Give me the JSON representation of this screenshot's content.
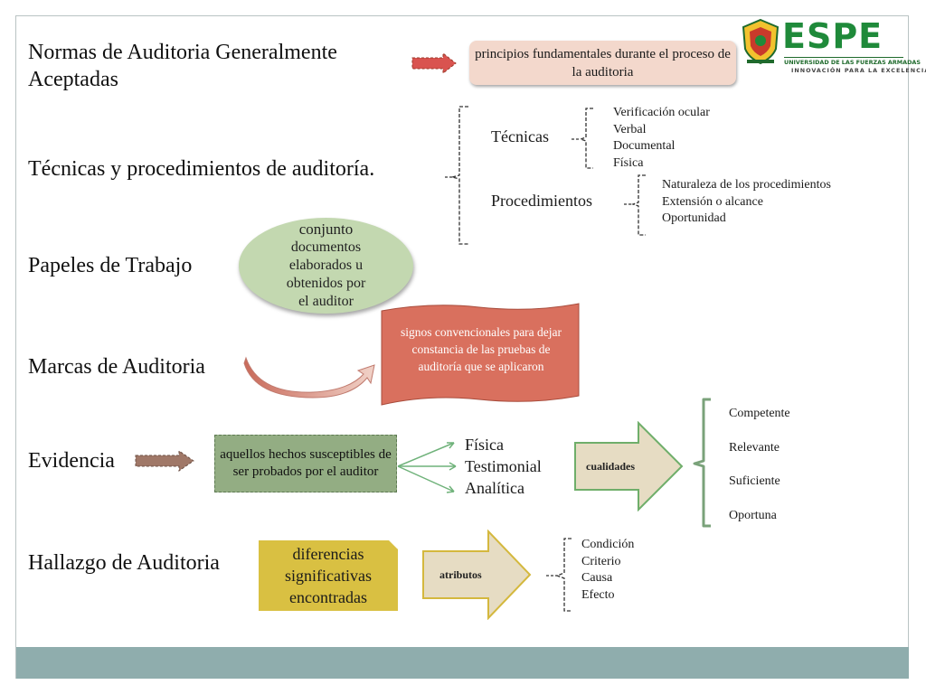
{
  "headings": {
    "normas": "Normas de Auditoria Generalmente Aceptadas",
    "tecnicas": "Técnicas y procedimientos de auditoría.",
    "papeles": "Papeles de Trabajo",
    "marcas": "Marcas de Auditoria",
    "evidencia": "Evidencia",
    "hallazgo": "Hallazgo de Auditoria"
  },
  "normas_box": "principios fundamentales durante el proceso de la auditoria",
  "tecnicas": {
    "label": "Técnicas",
    "items": [
      "Verificación ocular",
      "Verbal",
      "Documental",
      "Física"
    ]
  },
  "procedimientos": {
    "label": "Procedimientos",
    "items": [
      "Naturaleza de los procedimientos",
      "Extensión o alcance",
      "Oportunidad"
    ]
  },
  "papeles_oval": [
    "conjunto",
    "documentos",
    "elaborados u",
    "obtenidos por",
    "el auditor"
  ],
  "marcas_scroll": "signos convencionales para dejar constancia de las pruebas de auditoría que se aplicaron",
  "evidencia": {
    "box": "aquellos hechos susceptibles de ser probados por el auditor",
    "types": [
      "Física",
      "Testimonial",
      "Analítica"
    ],
    "arrow_label": "cualidades",
    "qualities": [
      "Competente",
      "Relevante",
      "Suficiente",
      "Oportuna"
    ]
  },
  "hallazgo": {
    "box": "diferencias significativas encontradas",
    "arrow_label": "atributos",
    "attributes": [
      "Condición",
      "Criterio",
      "Causa",
      "Efecto"
    ]
  },
  "logo": {
    "name": "ESPE",
    "line1": "UNIVERSIDAD DE LAS FUERZAS ARMADAS",
    "line2": "INNOVACIÓN PARA LA EXCELENCIA"
  },
  "colors": {
    "footer": "#8fadad",
    "normas_box": "#f3d8cc",
    "oval": "#c3d8b0",
    "scroll": "#d9705e",
    "evidencia_box": "#93ad83",
    "hallazgo_box": "#d9c042",
    "arrow_shape": "#e6dcc3",
    "logo_green": "#1f8a3a"
  }
}
